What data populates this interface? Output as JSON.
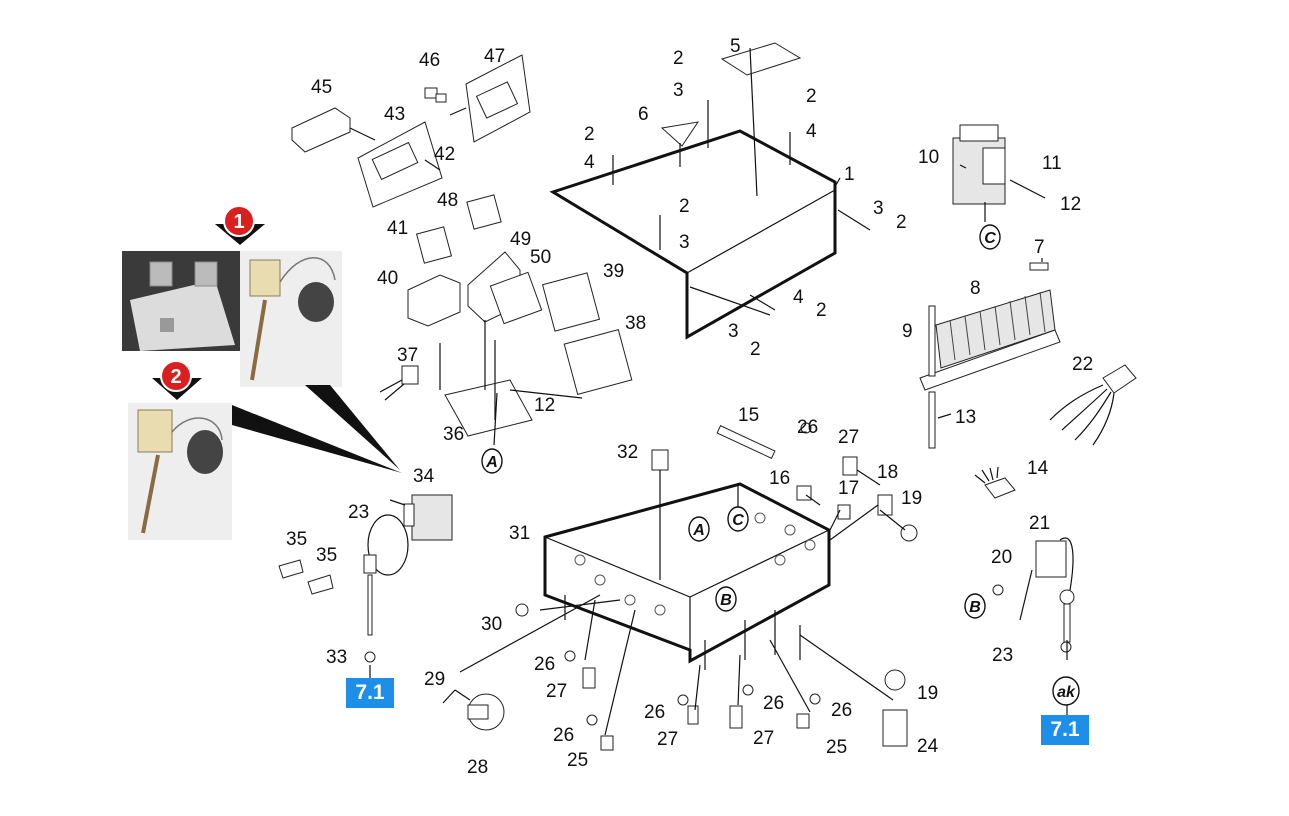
{
  "labels": {
    "n1": "1",
    "n2": "2",
    "n3": "3",
    "n4": "4",
    "n5": "5",
    "n6": "6",
    "n7": "7",
    "n8": "8",
    "n9": "9",
    "n10": "10",
    "n11": "11",
    "n12": "12",
    "n13": "13",
    "n14": "14",
    "n15": "15",
    "n16": "16",
    "n17": "17",
    "n18": "18",
    "n19": "19",
    "n20": "20",
    "n21": "21",
    "n22": "22",
    "n23": "23",
    "n24": "24",
    "n25": "25",
    "n26": "26",
    "n27": "27",
    "n28": "28",
    "n29": "29",
    "n30": "30",
    "n31": "31",
    "n32": "32",
    "n33": "33",
    "n34": "34",
    "n35": "35",
    "n36": "36",
    "n37": "37",
    "n38": "38",
    "n39": "39",
    "n40": "40",
    "n41": "41",
    "n42": "42",
    "n43": "43",
    "n45": "45",
    "n46": "46",
    "n47": "47",
    "n48": "48",
    "n49": "49",
    "n50": "50"
  },
  "refs": {
    "a": "A",
    "b": "B",
    "c": "C",
    "ak": "ak"
  },
  "markers": {
    "m1": "1",
    "m2": "2"
  },
  "badges": {
    "left": "7.1",
    "right": "7.1"
  },
  "colors": {
    "badge": "#1e8fe8",
    "marker": "#d9201f"
  }
}
